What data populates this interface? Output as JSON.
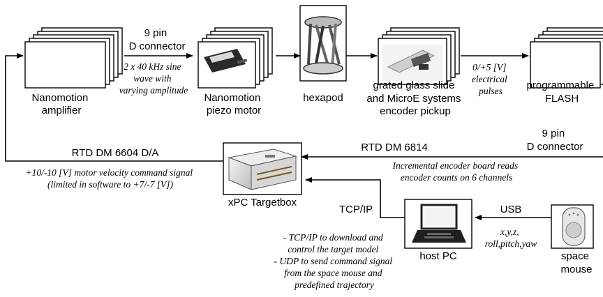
{
  "blocks": {
    "amplifier": [
      "Nanomotion",
      "amplifier"
    ],
    "piezo": [
      "Nanomotion",
      "piezo motor"
    ],
    "hexapod": [
      "hexapod"
    ],
    "encoder": [
      "grated glass slide",
      "and MicroE systems",
      "encoder pickup"
    ],
    "flash": [
      "programmable",
      "FLASH"
    ],
    "targetbox": [
      "xPC Targetbox"
    ],
    "hostpc": [
      "host PC"
    ],
    "spacemouse": [
      "space",
      "mouse"
    ]
  },
  "connections": {
    "amp_piezo_top": [
      "9 pin",
      "D connector"
    ],
    "amp_piezo_bottom": [
      "2 x 40 kHz sine",
      "wave with",
      "varying amplitude"
    ],
    "encoder_flash": [
      "0/+5 [V]",
      "electrical",
      "pulses"
    ],
    "connector_right": [
      "9 pin",
      "D connector"
    ],
    "rtd_6814": "RTD DM 6814",
    "rtd_6814_note": [
      "Incremental encoder board reads",
      "encoder counts on 6 channels"
    ],
    "rtd_6604": "RTD DM 6604 D/A",
    "rtd_6604_note": [
      "+10/-10 [V] motor velocity command signal",
      "(limited in software to +7/-7 [V])"
    ],
    "tcpip": "TCP/IP",
    "tcpip_note": [
      "- TCP/IP to download and",
      "control the target model",
      "- UDP to send command signal",
      "from the space mouse and",
      "predefined trajectory"
    ],
    "usb": "USB",
    "usb_note": [
      "x,y,z,",
      "roll,pitch,yaw"
    ]
  }
}
